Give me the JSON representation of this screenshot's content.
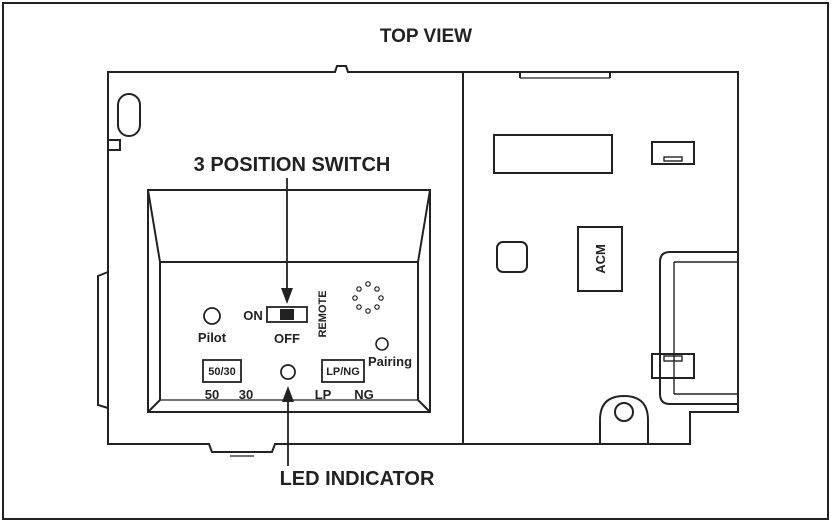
{
  "diagram": {
    "title": "TOP VIEW",
    "callouts": {
      "switch": "3 POSITION SWITCH",
      "led": "LED INDICATOR"
    },
    "labels": {
      "pilot": "Pilot",
      "on": "ON",
      "off": "OFF",
      "remote": "REMOTE",
      "pairing": "Pairing",
      "button_50_30": "50/30",
      "opt_50": "50",
      "opt_30": "30",
      "button_lpng": "LP/NG",
      "opt_lp": "LP",
      "opt_ng": "NG",
      "acm": "ACM"
    },
    "colors": {
      "line": "#222222",
      "background": "#ffffff"
    }
  }
}
